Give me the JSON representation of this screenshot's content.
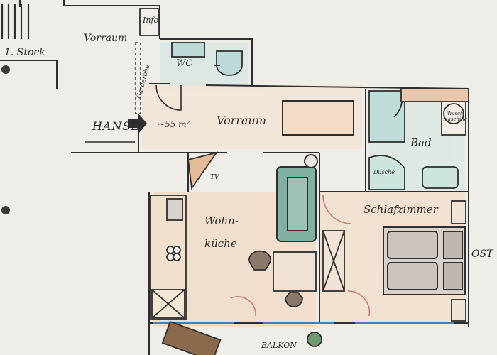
{
  "plan": {
    "labels": {
      "stock": "1. Stock",
      "vorraum_top": "Vorraum",
      "info": "Info",
      "wc": "WC",
      "garderobe": "Garderobe",
      "hansl": "HANSL",
      "area": "~55 m²",
      "vorraum_main": "Vorraum",
      "bad": "Bad",
      "waschmaschine": "Wasch maschine",
      "dusche": "Dusche",
      "tv": "TV",
      "wohnkueche_1": "Wohn-",
      "wohnkueche_2": "küche",
      "schlafzimmer": "Schlafzimmer",
      "ost": "OST",
      "balkon": "BALKON"
    },
    "colors": {
      "paper": "#efede8",
      "ink": "#2f2f2f",
      "sofa": "#7fb0a0",
      "floor_orange": "#f0c9a6",
      "bath_blue": "#b7d6d4",
      "door_red": "#e7a59c",
      "wood": "#8a6a4a"
    }
  }
}
